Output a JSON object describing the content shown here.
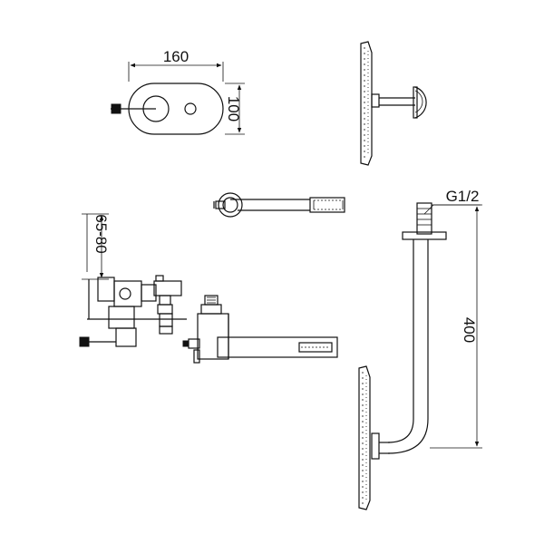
{
  "dimensions": {
    "plate_width": "160",
    "plate_height": "100",
    "wall_depth": "65-80",
    "thread": "G1/2",
    "arm_height": "400"
  }
}
